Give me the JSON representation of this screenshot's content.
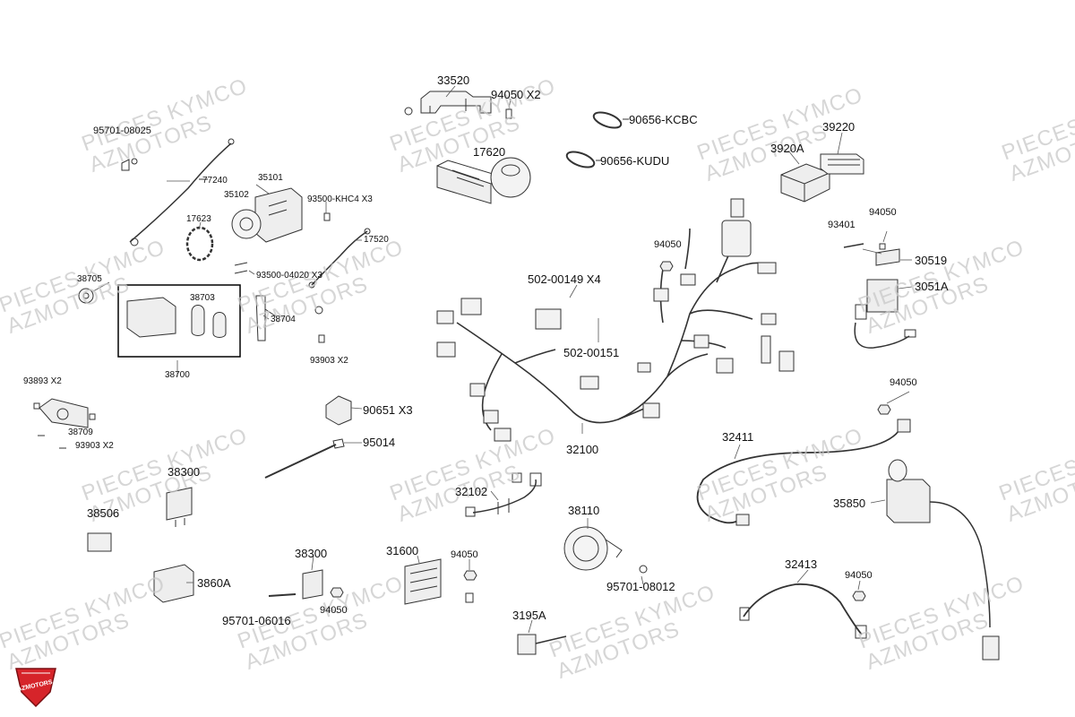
{
  "watermark": {
    "line1": "PIECES KYMCO",
    "line2": "AZMOTORS"
  },
  "logo": {
    "text": "AZMOTORS",
    "color": "#d6242a"
  },
  "parts": [
    {
      "id": "33520"
    },
    {
      "id": "94050 X2"
    },
    {
      "id": "90656-KCBC"
    },
    {
      "id": "17620"
    },
    {
      "id": "90656-KUDU"
    },
    {
      "id": "39220"
    },
    {
      "id": "3920A"
    },
    {
      "id": "95701-08025"
    },
    {
      "id": "77240"
    },
    {
      "id": "35101"
    },
    {
      "id": "35102"
    },
    {
      "id": "93500-KHC4  X3"
    },
    {
      "id": "17623"
    },
    {
      "id": "17520"
    },
    {
      "id": "93500-04020 X3"
    },
    {
      "id": "38705"
    },
    {
      "id": "38703"
    },
    {
      "id": "38704"
    },
    {
      "id": "38700"
    },
    {
      "id": "93903    X2"
    },
    {
      "id": "93893   X2"
    },
    {
      "id": "38709"
    },
    {
      "id": "93903  X2"
    },
    {
      "id": "94050"
    },
    {
      "id": "93401"
    },
    {
      "id": "94050"
    },
    {
      "id": "30519"
    },
    {
      "id": "3051A"
    },
    {
      "id": "502-00149  X4"
    },
    {
      "id": "502-00151"
    },
    {
      "id": "90651  X3"
    },
    {
      "id": "95014"
    },
    {
      "id": "32100"
    },
    {
      "id": "94050"
    },
    {
      "id": "32411"
    },
    {
      "id": "38300"
    },
    {
      "id": "38506"
    },
    {
      "id": "32102"
    },
    {
      "id": "38110"
    },
    {
      "id": "35850"
    },
    {
      "id": "3860A"
    },
    {
      "id": "38300"
    },
    {
      "id": "31600"
    },
    {
      "id": "94050"
    },
    {
      "id": "95701-08012"
    },
    {
      "id": "32413"
    },
    {
      "id": "94050"
    },
    {
      "id": "95701-06016"
    },
    {
      "id": "94050"
    },
    {
      "id": "3195A"
    }
  ]
}
